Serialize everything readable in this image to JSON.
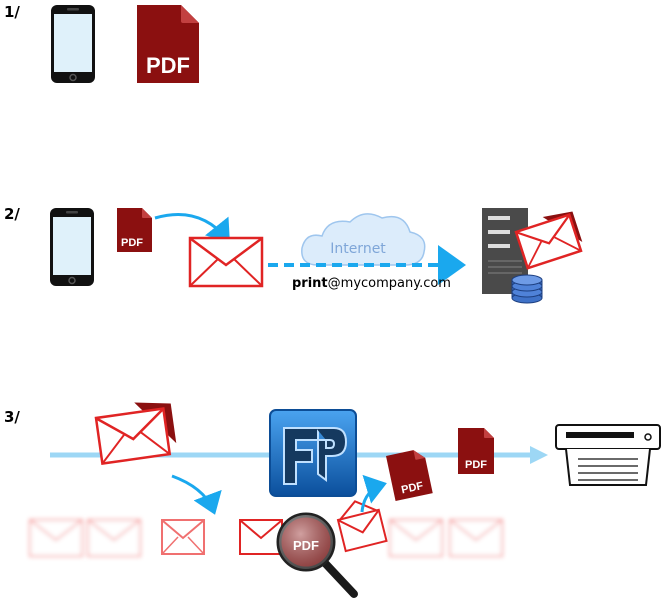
{
  "steps": [
    {
      "label": "1/"
    },
    {
      "label": "2/"
    },
    {
      "label": "3/"
    }
  ],
  "pdf_label": "PDF",
  "cloud_label": "Internet",
  "email": {
    "user": "print",
    "domain": "@mycompany.com"
  },
  "colors": {
    "pdf_red": "#8b1010",
    "envelope_red": "#e02424",
    "arrow_blue": "#1aa8ee",
    "belt_blue": "#9dd7f5",
    "server_gray": "#4a4a4a",
    "db_blue": "#3f72c8",
    "logo_blue": "#1a6fc4"
  },
  "icons": [
    "smartphone-icon",
    "pdf-file-icon",
    "envelope-icon",
    "cloud-icon",
    "server-icon",
    "database-icon",
    "fp-logo-icon",
    "magnifier-icon",
    "printer-icon"
  ]
}
